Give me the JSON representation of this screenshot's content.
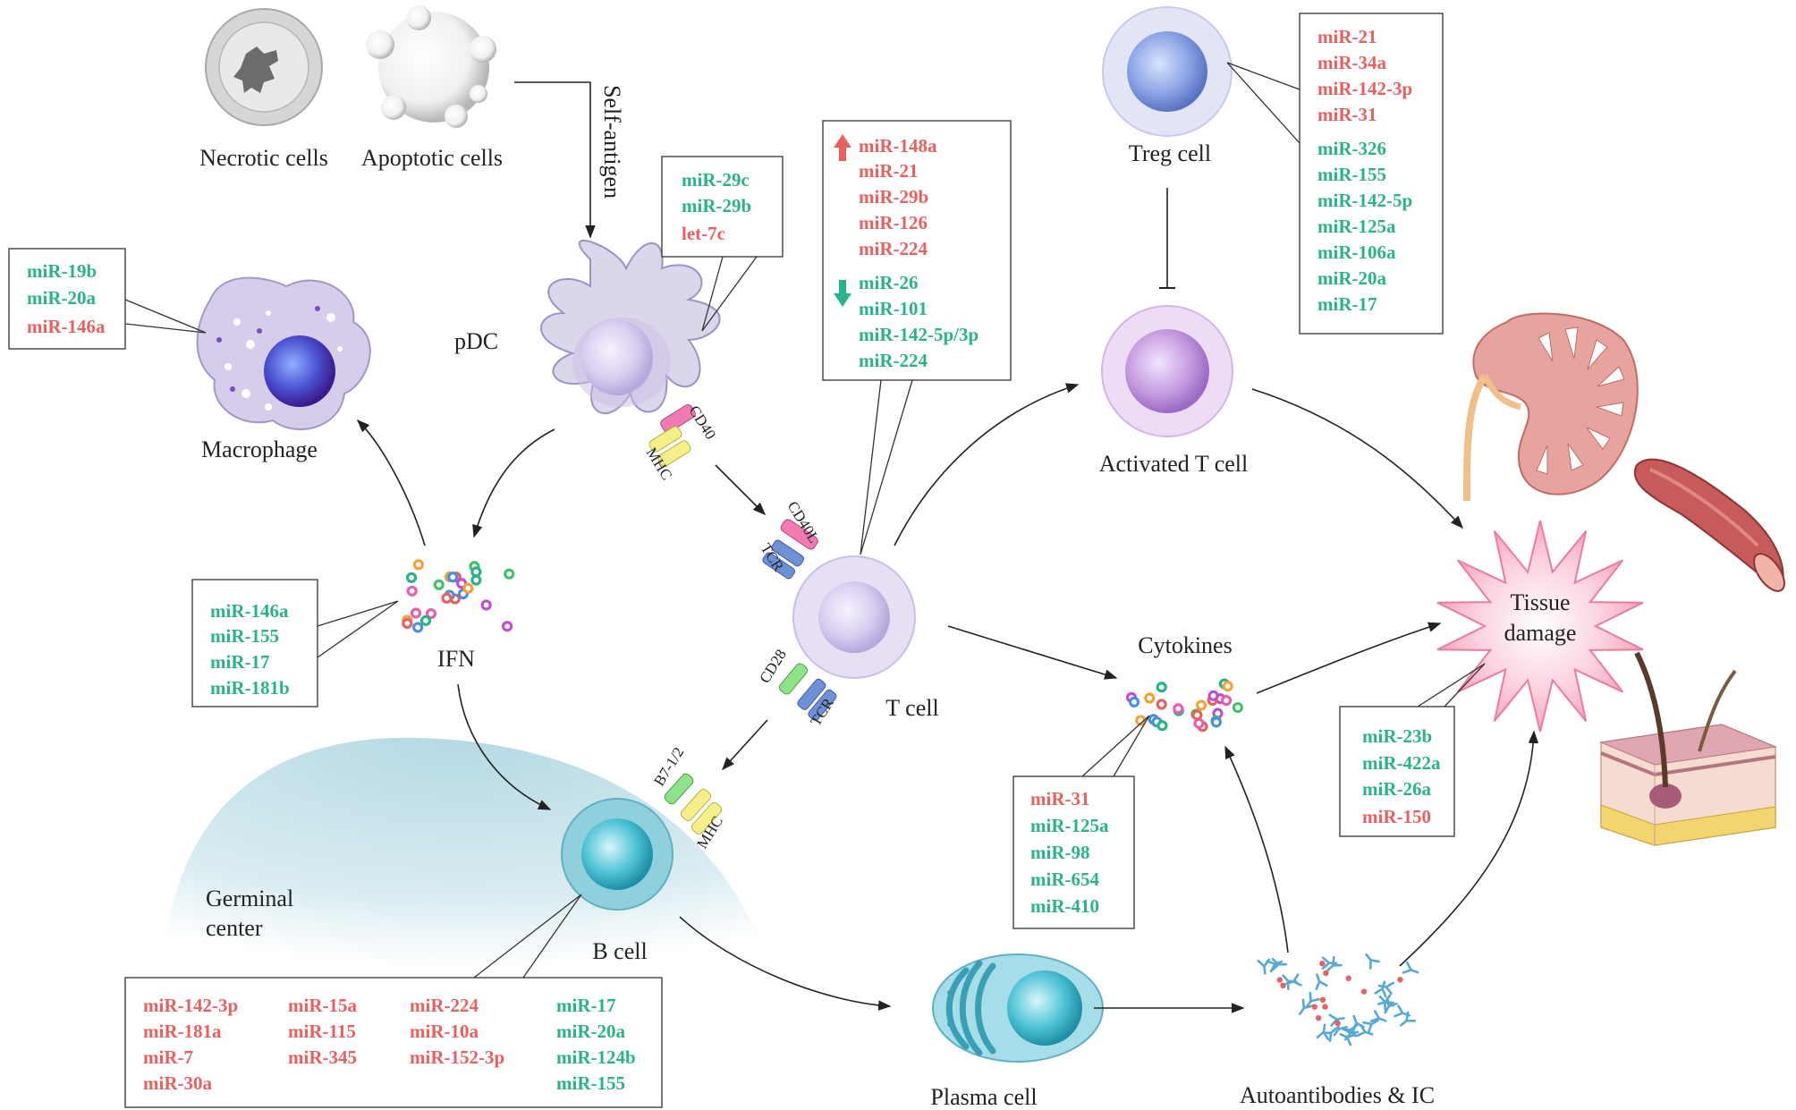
{
  "labels": {
    "necrotic": "Necrotic cells",
    "apoptotic": "Apoptotic cells",
    "self_antigen": "Self-antigen",
    "pdc": "pDC",
    "macrophage": "Macrophage",
    "ifn": "IFN",
    "tcell": "T cell",
    "treg": "Treg cell",
    "activated": "Activated T cell",
    "cytokines": "Cytokines",
    "tissue1": "Tissue",
    "tissue2": "damage",
    "germinal1": "Germinal",
    "germinal2": "center",
    "bcell": "B cell",
    "plasma": "Plasma cell",
    "autoab": "Autoantibodies & IC"
  },
  "receptors": {
    "cd40": "CD40",
    "mhc_pdc": "MHC",
    "cd40l": "CD40L",
    "tcr1": "TCR",
    "cd28": "CD28",
    "tcr2": "TCR",
    "b7": "B7-1/2",
    "mhc_b": "MHC"
  },
  "boxes": {
    "pdc": [
      {
        "t": "miR-29c",
        "c": "down"
      },
      {
        "t": "miR-29b",
        "c": "down"
      },
      {
        "t": "let-7c",
        "c": "up"
      }
    ],
    "macrophage": [
      {
        "t": "miR-19b",
        "c": "down"
      },
      {
        "t": "miR-20a",
        "c": "down"
      },
      {
        "t": "miR-146a",
        "c": "up"
      }
    ],
    "tcell_up": [
      {
        "t": "miR-148a",
        "c": "up"
      },
      {
        "t": "miR-21",
        "c": "up"
      },
      {
        "t": "miR-29b",
        "c": "up"
      },
      {
        "t": "miR-126",
        "c": "up"
      },
      {
        "t": "miR-224",
        "c": "up"
      }
    ],
    "tcell_down": [
      {
        "t": "miR-26",
        "c": "down"
      },
      {
        "t": "miR-101",
        "c": "down"
      },
      {
        "t": "miR-142-5p/3p",
        "c": "down"
      },
      {
        "t": "miR-224",
        "c": "down"
      }
    ],
    "treg": [
      {
        "t": "miR-21",
        "c": "up"
      },
      {
        "t": "miR-34a",
        "c": "up"
      },
      {
        "t": "miR-142-3p",
        "c": "up"
      },
      {
        "t": "miR-31",
        "c": "up"
      },
      {
        "t": "miR-326",
        "c": "down"
      },
      {
        "t": "miR-155",
        "c": "down"
      },
      {
        "t": "miR-142-5p",
        "c": "down"
      },
      {
        "t": "miR-125a",
        "c": "down"
      },
      {
        "t": "miR-106a",
        "c": "down"
      },
      {
        "t": "miR-20a",
        "c": "down"
      },
      {
        "t": "miR-17",
        "c": "down"
      }
    ],
    "ifn": [
      {
        "t": "miR-146a",
        "c": "down"
      },
      {
        "t": "miR-155",
        "c": "down"
      },
      {
        "t": "miR-17",
        "c": "down"
      },
      {
        "t": "miR-181b",
        "c": "down"
      }
    ],
    "cytokines": [
      {
        "t": "miR-31",
        "c": "up"
      },
      {
        "t": "miR-125a",
        "c": "down"
      },
      {
        "t": "miR-98",
        "c": "down"
      },
      {
        "t": "miR-654",
        "c": "down"
      },
      {
        "t": "miR-410",
        "c": "down"
      }
    ],
    "tissue": [
      {
        "t": "miR-23b",
        "c": "down"
      },
      {
        "t": "miR-422a",
        "c": "down"
      },
      {
        "t": "miR-26a",
        "c": "down"
      },
      {
        "t": "miR-150",
        "c": "up"
      }
    ],
    "bcell_cols": [
      [
        {
          "t": "miR-142-3p",
          "c": "up"
        },
        {
          "t": "miR-181a",
          "c": "up"
        },
        {
          "t": "miR-7",
          "c": "up"
        },
        {
          "t": "miR-30a",
          "c": "up"
        }
      ],
      [
        {
          "t": "miR-15a",
          "c": "up"
        },
        {
          "t": "miR-115",
          "c": "up"
        },
        {
          "t": "miR-345",
          "c": "up"
        }
      ],
      [
        {
          "t": "miR-224",
          "c": "up"
        },
        {
          "t": "miR-10a",
          "c": "up"
        },
        {
          "t": "miR-152-3p",
          "c": "up"
        }
      ],
      [
        {
          "t": "miR-17",
          "c": "down"
        },
        {
          "t": "miR-20a",
          "c": "down"
        },
        {
          "t": "miR-124b",
          "c": "down"
        },
        {
          "t": "miR-155",
          "c": "down"
        }
      ]
    ]
  },
  "colors": {
    "upregulated": "#e8605f",
    "downregulated": "#2ab38a"
  }
}
